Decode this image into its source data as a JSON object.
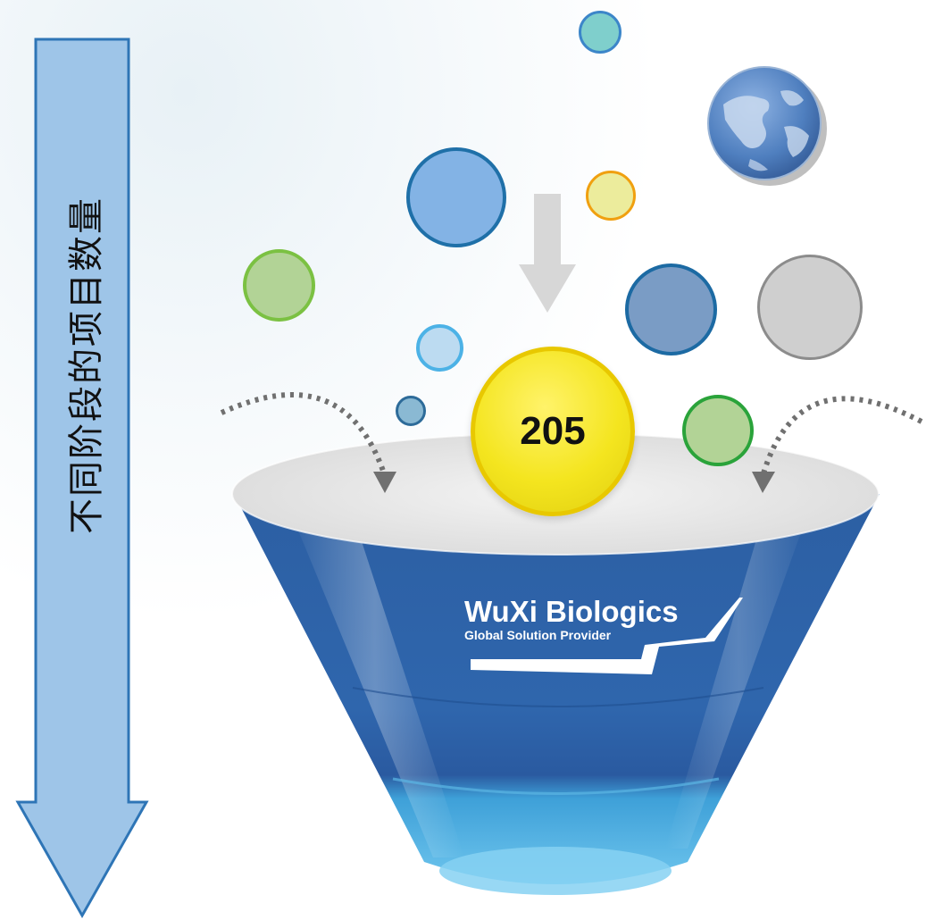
{
  "axis_label": "不同阶段的项目数量",
  "funnel_count": "205",
  "brand": {
    "name": "WuXi Biologics",
    "tagline": "Global Solution Provider"
  },
  "colors": {
    "arrow_fill": "#9ec5e8",
    "arrow_stroke": "#2e75b6",
    "funnel_top": "#2f67ad",
    "funnel_bottom": "#4aa8db",
    "count_circle": "#f4e51f"
  }
}
